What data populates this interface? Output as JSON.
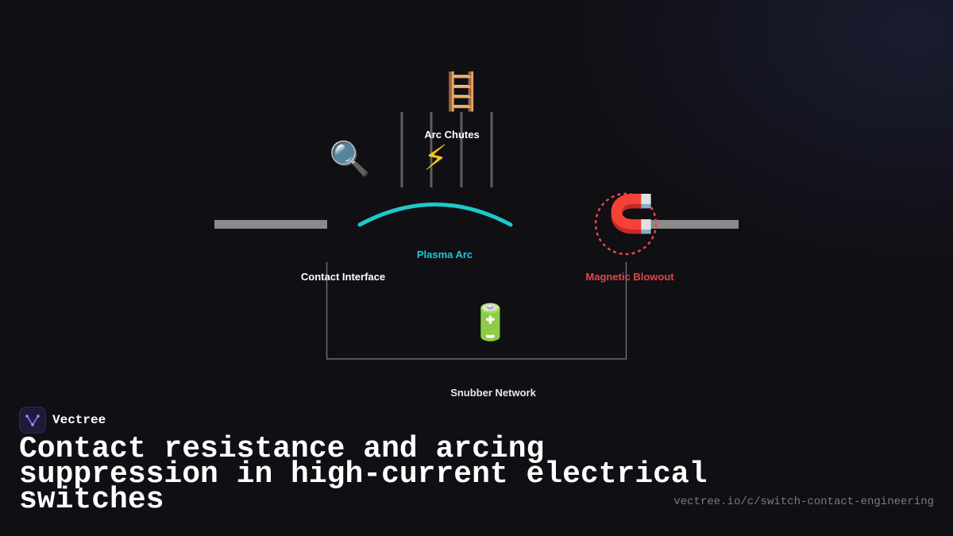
{
  "diagram": {
    "labels": {
      "arc_chutes": "Arc Chutes",
      "plasma_arc": "Plasma Arc",
      "contact_interface": "Contact Interface",
      "magnetic_blowout": "Magnetic Blowout",
      "snubber_network": "Snubber Network"
    },
    "icons": {
      "ladder": "🪜",
      "magnifier": "🔍",
      "lightning": "⚡",
      "magnet": "🧲",
      "battery": "🔋"
    },
    "colors": {
      "arc": "#1ec8c8",
      "blowout": "#e84545",
      "contact_bar": "#8a8a8a",
      "wire": "#6e6e6e",
      "label": "#ffffff"
    }
  },
  "brand": {
    "name": "Vectree"
  },
  "title": "Contact resistance and arcing suppression in high-current electrical switches",
  "url": "vectree.io/c/switch-contact-engineering"
}
